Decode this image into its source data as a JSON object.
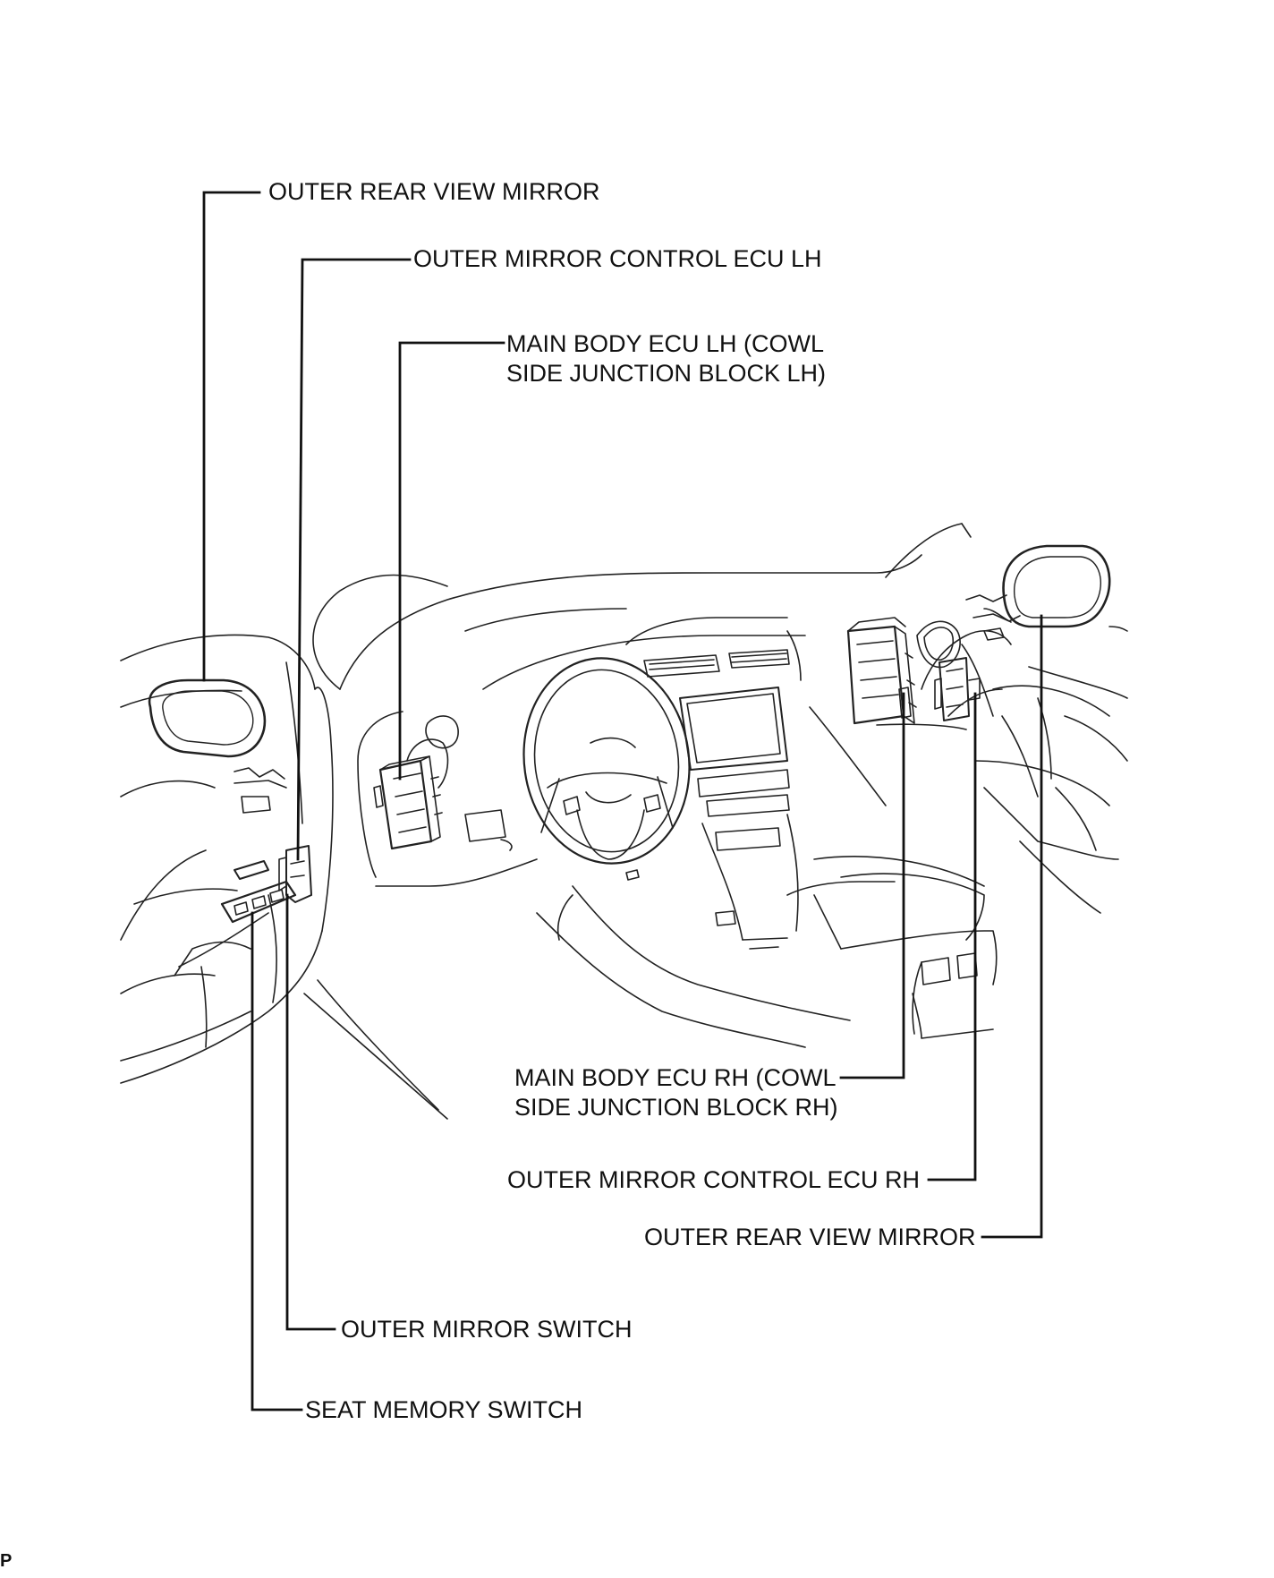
{
  "labels": {
    "outer_rear_view_mirror_lh": "OUTER REAR VIEW MIRROR",
    "outer_mirror_control_ecu_lh": "OUTER MIRROR CONTROL ECU LH",
    "main_body_ecu_lh_line1": "MAIN BODY ECU LH (COWL",
    "main_body_ecu_lh_line2": "SIDE JUNCTION BLOCK LH)",
    "main_body_ecu_rh_line1": "MAIN BODY ECU RH (COWL",
    "main_body_ecu_rh_line2": "SIDE JUNCTION BLOCK RH)",
    "outer_mirror_control_ecu_rh": "OUTER MIRROR CONTROL ECU RH",
    "outer_rear_view_mirror_rh": "OUTER REAR VIEW MIRROR",
    "outer_mirror_switch": "OUTER MIRROR SWITCH",
    "seat_memory_switch": "SEAT MEMORY SWITCH"
  },
  "reference_mark": "P",
  "colors": {
    "line": "#111111",
    "background": "#ffffff"
  }
}
